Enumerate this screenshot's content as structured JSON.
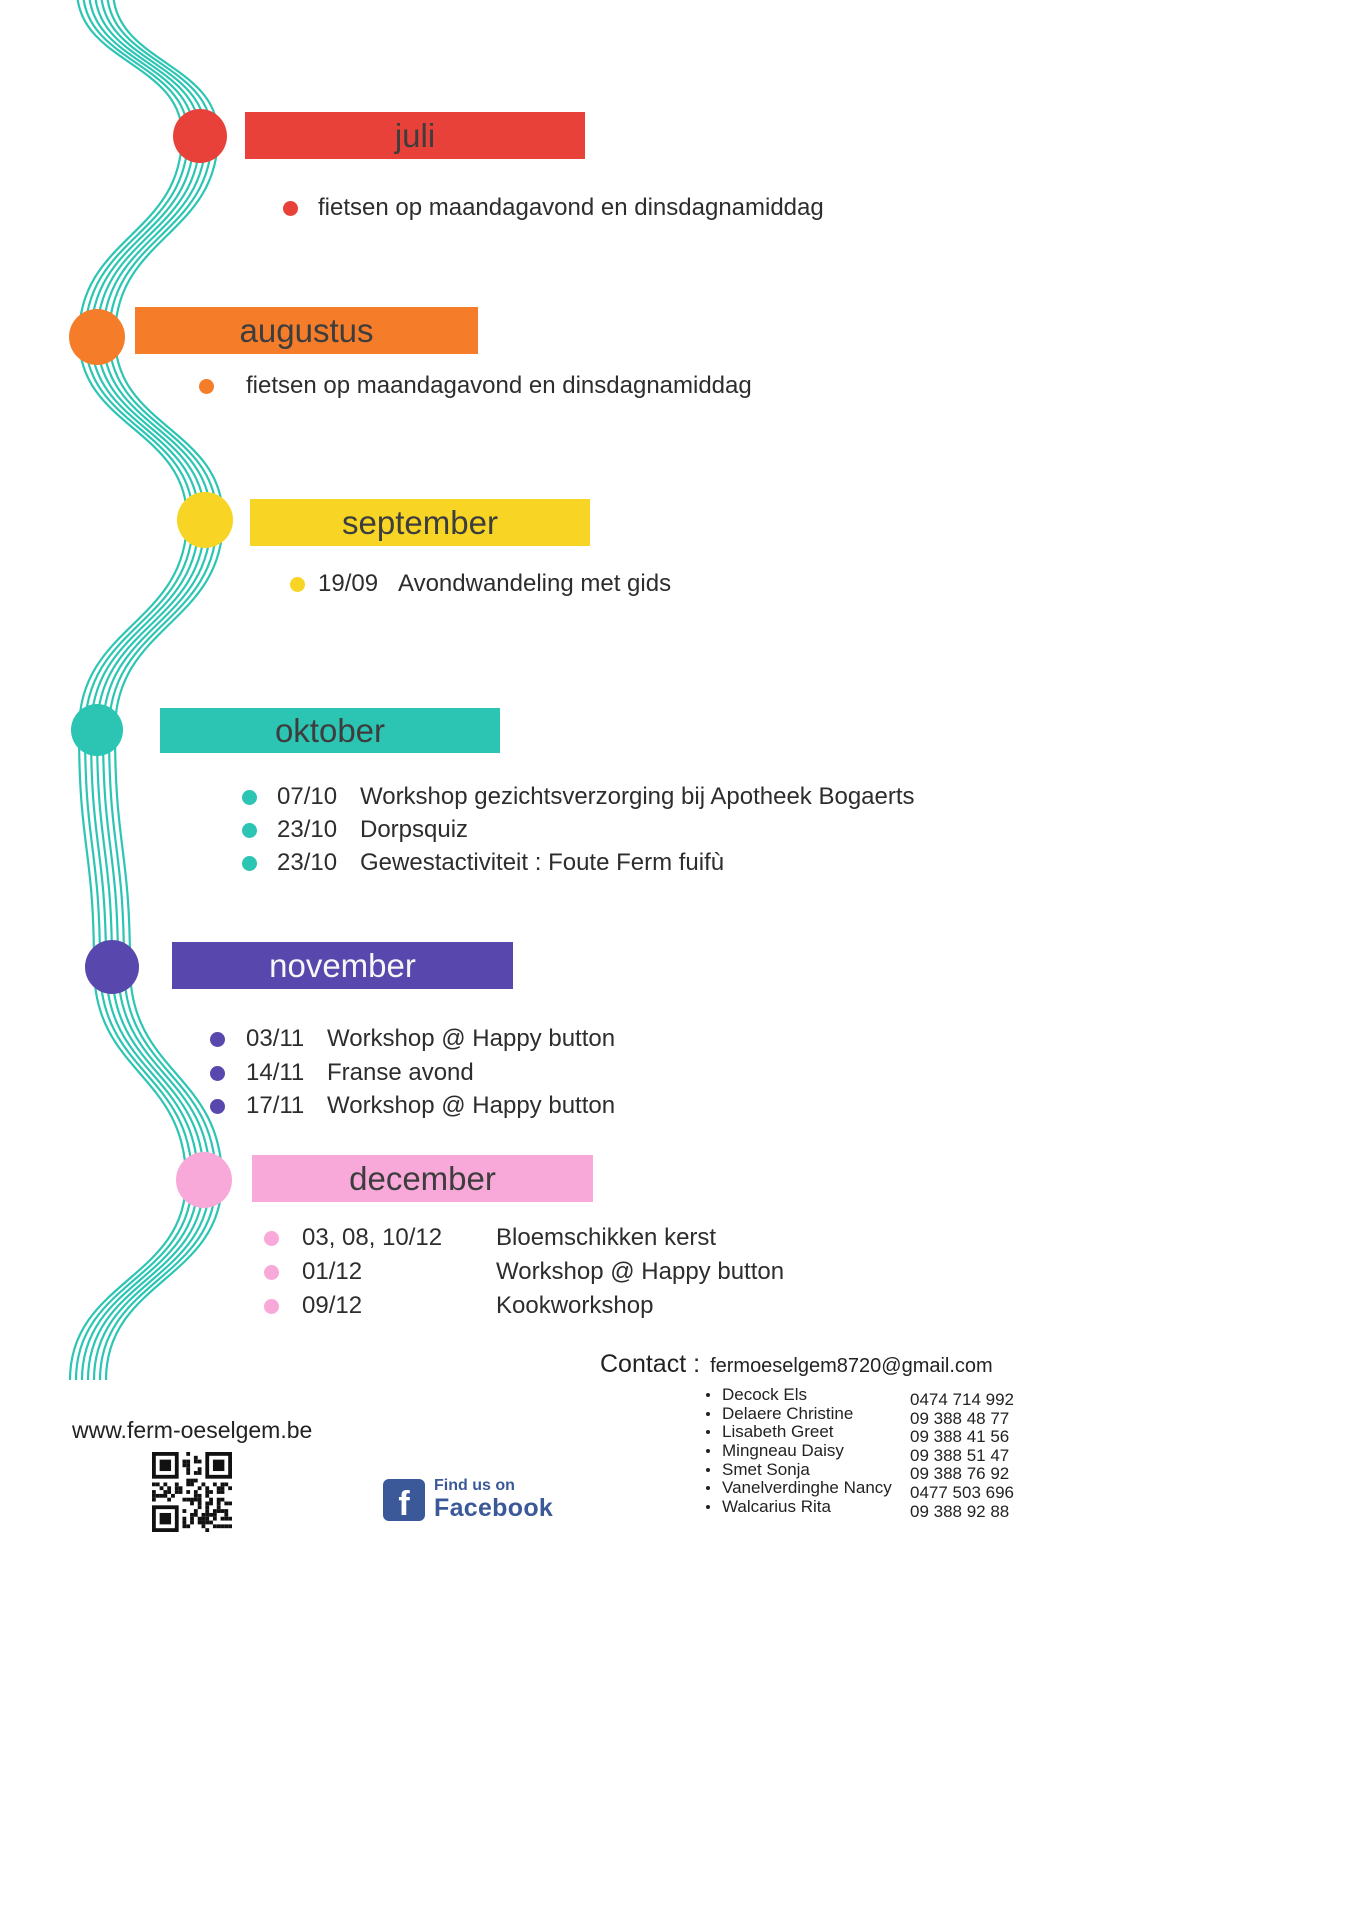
{
  "timeline": {
    "months": [
      {
        "name": "juli",
        "color": "#e8413a",
        "events": [
          {
            "text": "fietsen op maandagavond en dinsdagnamiddag"
          }
        ]
      },
      {
        "name": "augustus",
        "color": "#f57d2a",
        "events": [
          {
            "text": "fietsen op maandagavond en dinsdagnamiddag"
          }
        ]
      },
      {
        "name": "september",
        "color": "#f8d525",
        "events": [
          {
            "date": "19/09",
            "text": "Avondwandeling met gids"
          }
        ]
      },
      {
        "name": "oktober",
        "color": "#2cc5b4",
        "events": [
          {
            "date": "07/10",
            "text": "Workshop gezichtsverzorging bij Apotheek Bogaerts"
          },
          {
            "date": "23/10",
            "text": "Dorpsquiz"
          },
          {
            "date": "23/10",
            "text": "Gewestactiviteit : Foute Ferm fuifù"
          }
        ]
      },
      {
        "name": "november",
        "color": "#5848ad",
        "events": [
          {
            "date": "03/11",
            "text": "Workshop @ Happy button"
          },
          {
            "date": "14/11",
            "text": "Franse avond"
          },
          {
            "date": "17/11",
            "text": "Workshop @ Happy button"
          }
        ]
      },
      {
        "name": "december",
        "color": "#f9a9d9",
        "events": [
          {
            "date": "03, 08, 10/12",
            "text": "Bloemschikken kerst"
          },
          {
            "date": "01/12",
            "text": "Workshop @ Happy button"
          },
          {
            "date": "09/12",
            "text": "Kookworkshop"
          }
        ]
      }
    ]
  },
  "contact": {
    "label": "Contact :",
    "email": "fermoeselgem8720@gmail.com",
    "people": [
      {
        "name": "Decock Els",
        "phone": "0474 714 992"
      },
      {
        "name": "Delaere Christine",
        "phone": "09 388 48 77"
      },
      {
        "name": "Lisabeth Greet",
        "phone": "09 388 41 56"
      },
      {
        "name": "Mingneau Daisy",
        "phone": "09 388 51 47"
      },
      {
        "name": "Smet Sonja",
        "phone": "09 388 76 92"
      },
      {
        "name": "Vanelverdinghe Nancy",
        "phone": "0477 503 696"
      },
      {
        "name": "Walcarius Rita",
        "phone": "09 388 92 88"
      }
    ]
  },
  "footer": {
    "website": "www.ferm-oeselgem.be",
    "facebook": {
      "line1": "Find us on",
      "line2": "Facebook",
      "icon_letter": "f"
    }
  },
  "colors": {
    "wave": "#2cc5b4",
    "facebook_blue": "#3b5998"
  }
}
